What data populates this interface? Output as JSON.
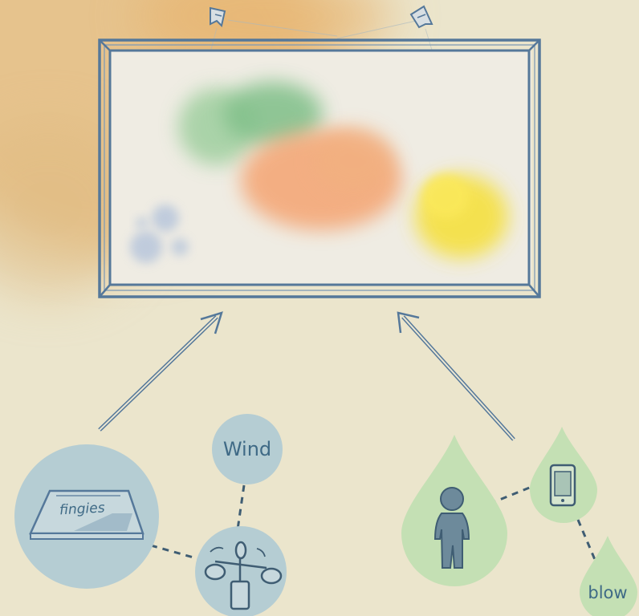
{
  "labels": {
    "device": "fingies",
    "wind": "Wind",
    "blow": "blow"
  },
  "icons": {
    "frame": "picture-frame-icon",
    "left_lamp": "spotlight-icon",
    "right_lamp": "spotlight-icon",
    "device": "fingies-device-icon",
    "anemometer": "anemometer-icon",
    "person": "person-icon",
    "phone": "smartphone-icon"
  },
  "colors": {
    "background": "#ebe5cc",
    "ink": "#55789a",
    "blue_circle": "#b5cdd3",
    "green_drop": "#c4e0b4",
    "paint_green": "#8cc596",
    "paint_orange": "#f4ab80",
    "paint_yellow": "#f7e33c",
    "paint_blue": "#b8c6db"
  }
}
